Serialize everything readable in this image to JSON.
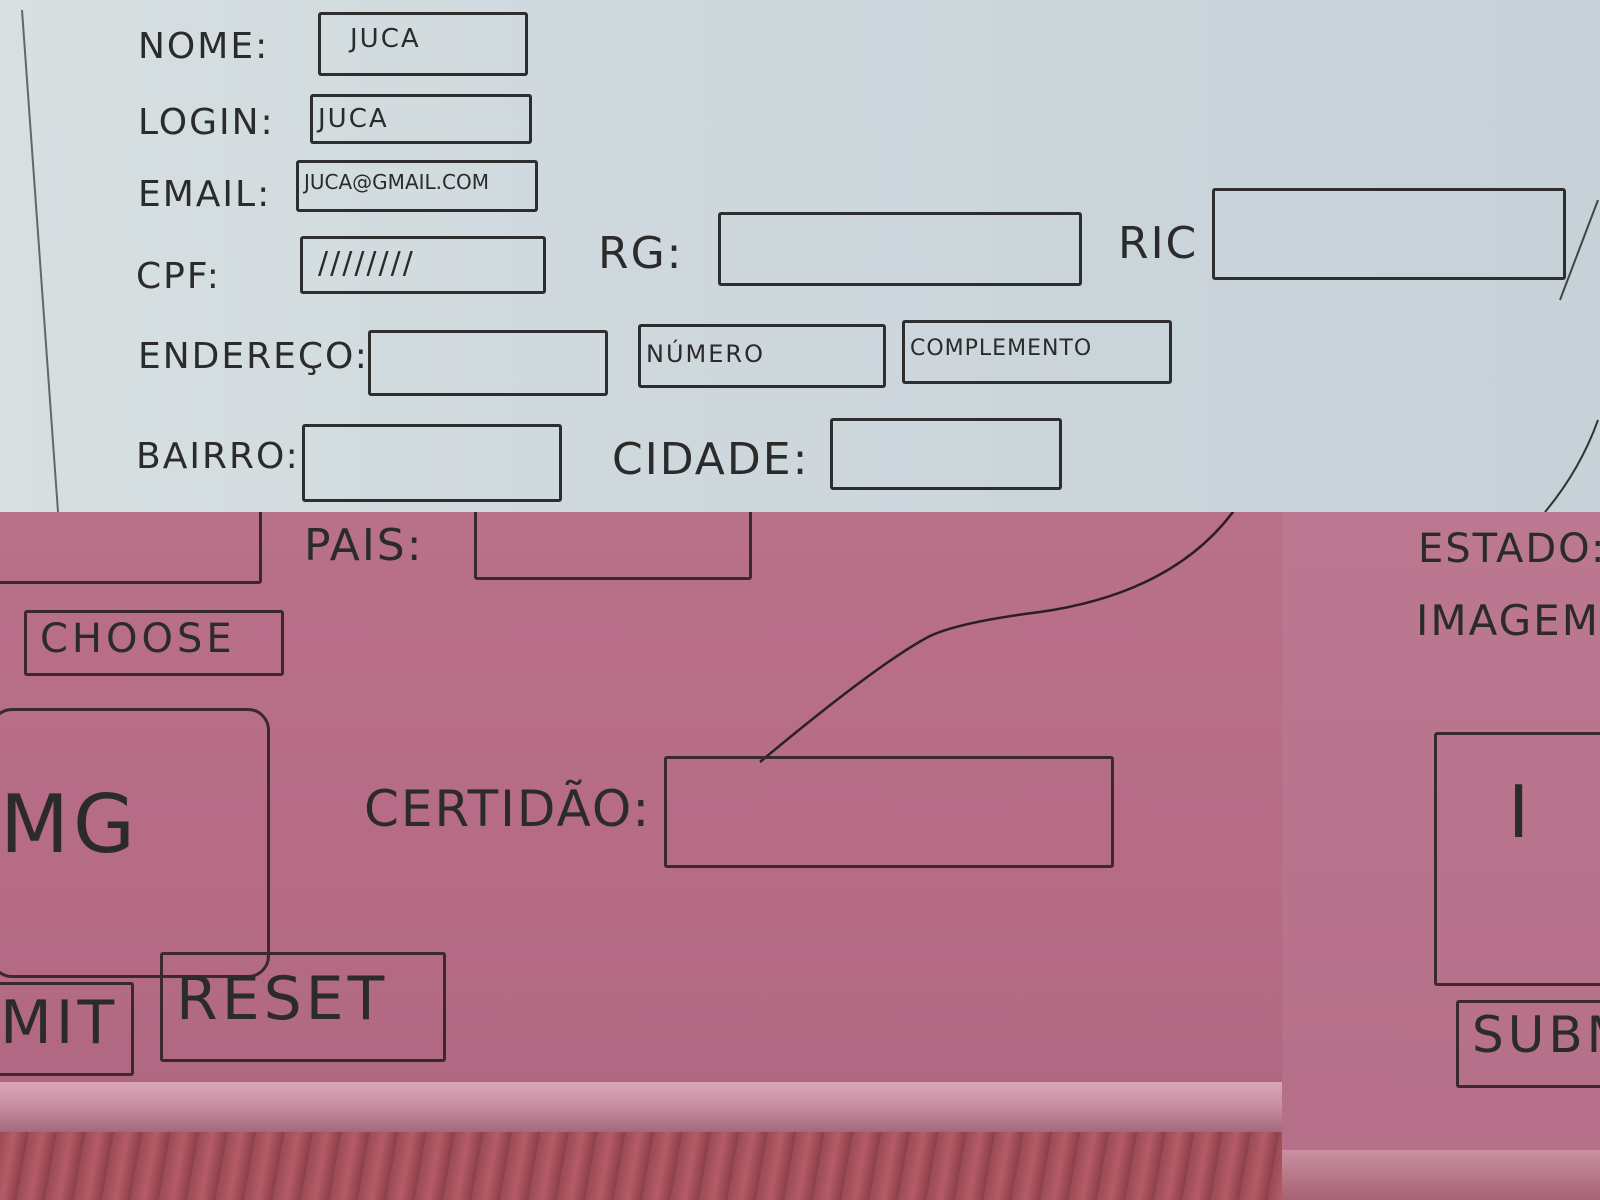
{
  "form_sketch": {
    "nome": {
      "label": "NOME:",
      "value": "JUCA"
    },
    "login": {
      "label": "LOGIN:",
      "value": "JUCA"
    },
    "email": {
      "label": "EMAIL:",
      "value": "JUCA@GMAIL.COM"
    },
    "cpf": {
      "label": "CPF:",
      "value": "////////"
    },
    "rg": {
      "label": "RG:",
      "value": ""
    },
    "ric": {
      "label": "RIC",
      "value": ""
    },
    "endereco": {
      "label": "ENDEREÇO:",
      "value": ""
    },
    "numero": {
      "placeholder": "NÚMERO"
    },
    "complemento": {
      "placeholder": "COMPLEMENTO"
    },
    "bairro": {
      "label": "BAIRRO:",
      "value": ""
    },
    "cidade": {
      "label": "CIDADE:",
      "value": ""
    },
    "pais": {
      "label": "PAIS:",
      "value": ""
    },
    "estado": {
      "label": "ESTADO:"
    },
    "imagem": {
      "label": "IMAGEM"
    },
    "choose_button": "CHOOSE",
    "img_placeholder": "MG",
    "img_placeholder_right": "I",
    "certidao": {
      "label": "CERTIDÃO:",
      "value": ""
    },
    "submit_button": "MIT",
    "submit_button_right": "SUBM",
    "reset_button": "RESET"
  },
  "colors": {
    "whiteboard": "#d2dadd",
    "pink_board": "#b56b84",
    "marker": "#2e2e2e"
  }
}
